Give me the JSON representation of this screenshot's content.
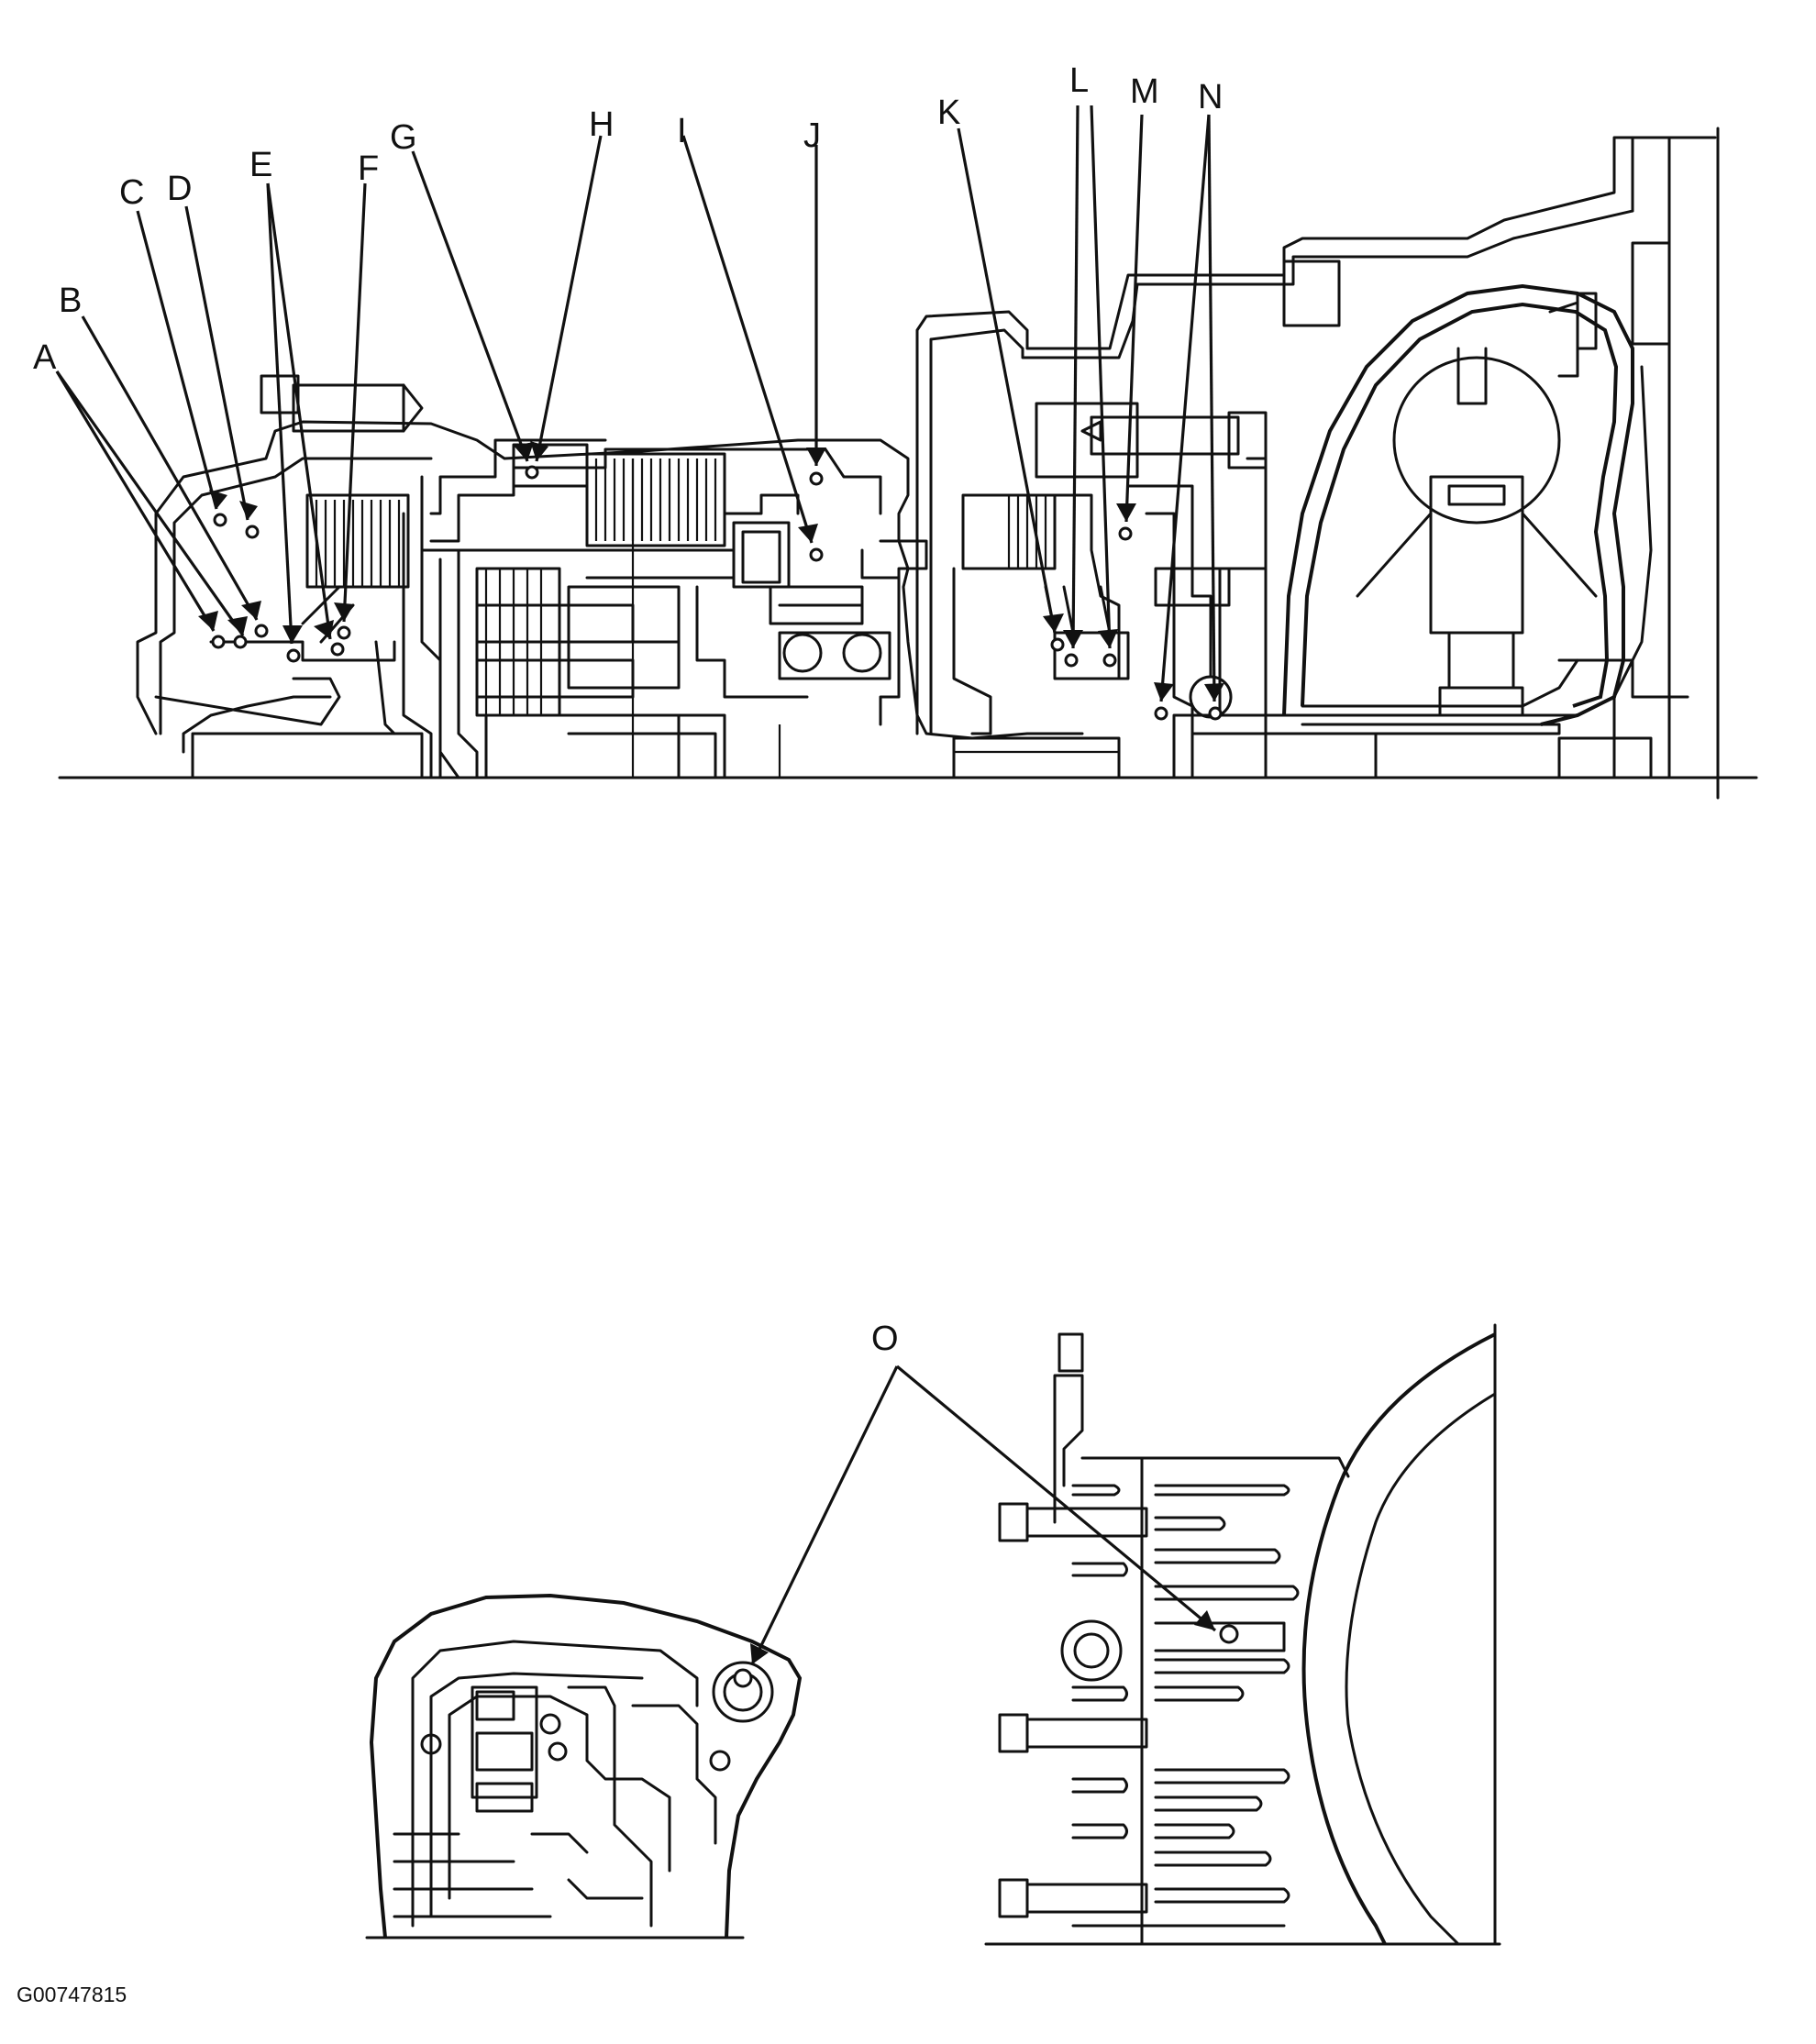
{
  "labels": {
    "A": "A",
    "B": "B",
    "C": "C",
    "D": "D",
    "E": "E",
    "F": "F",
    "G": "G",
    "H": "H",
    "I": "I",
    "J": "J",
    "K": "K",
    "L": "L",
    "M": "M",
    "N": "N",
    "O": "O"
  },
  "figure_code": "G00747815"
}
